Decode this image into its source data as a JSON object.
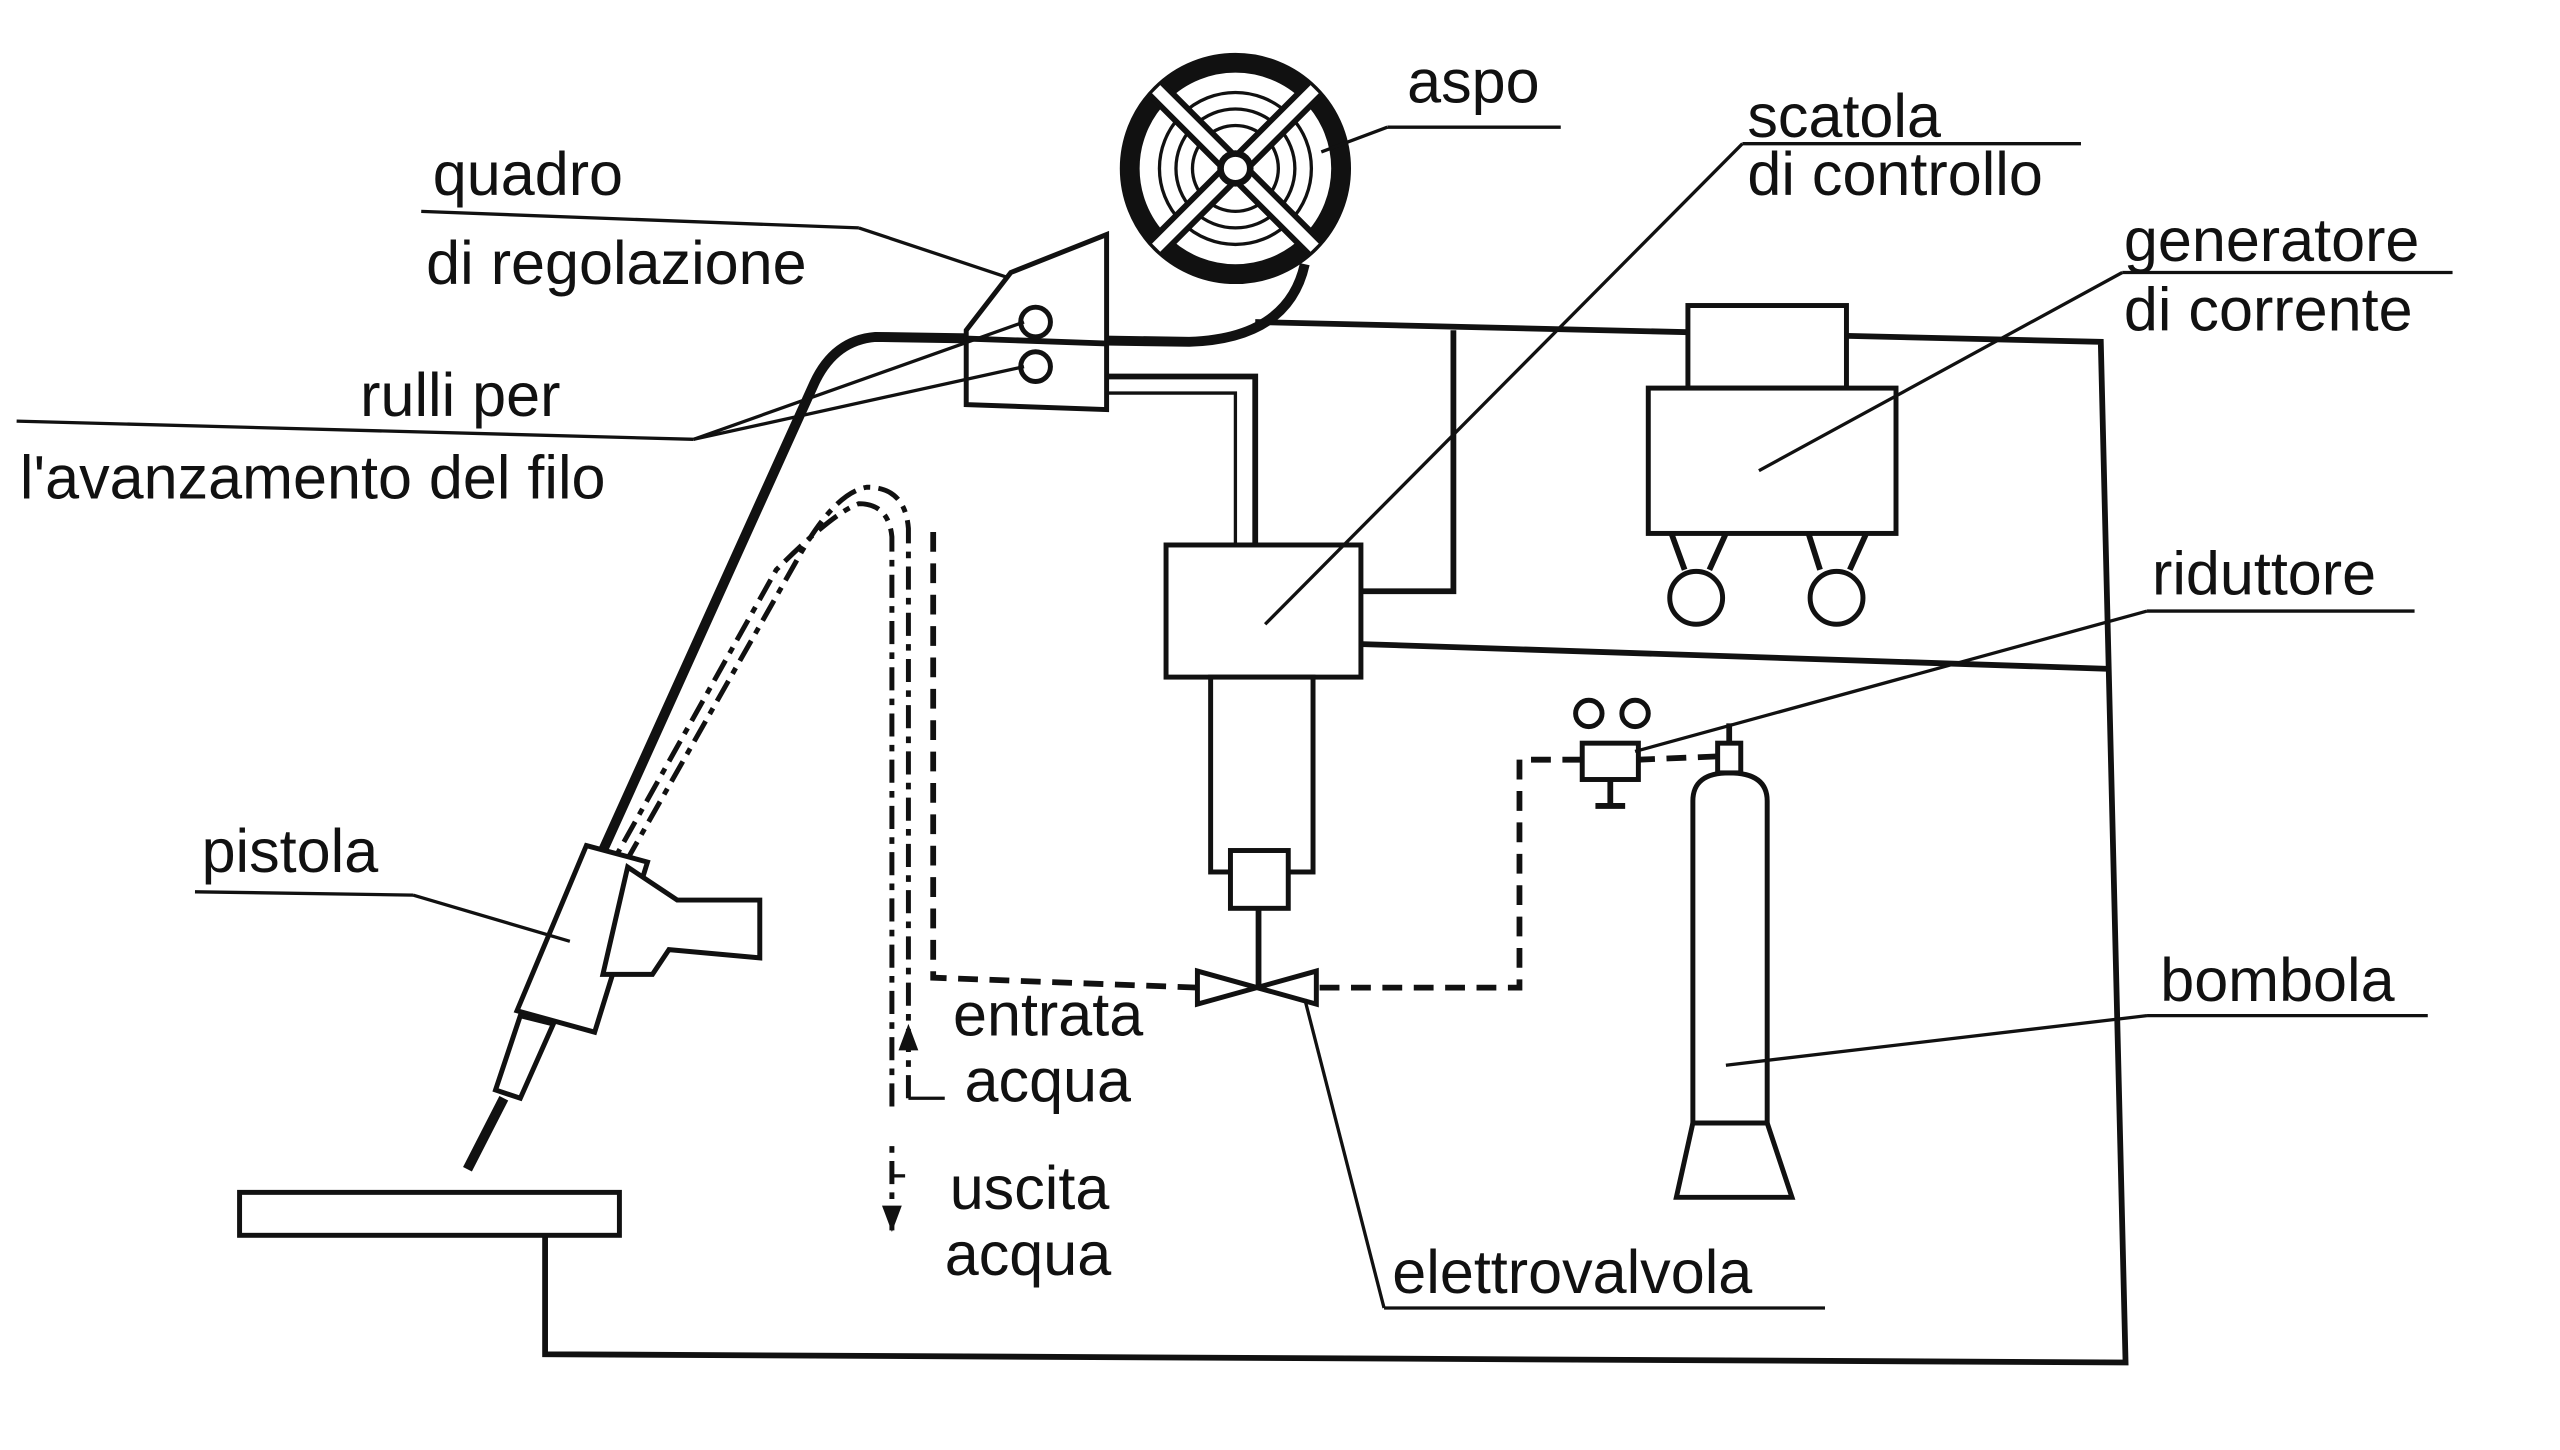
{
  "labels": {
    "aspo": "aspo",
    "quadro_1": "quadro",
    "quadro_2": "di regolazione",
    "scatola_1": "scatola",
    "scatola_2": "di controllo",
    "generatore_1": "generatore",
    "generatore_2": "di corrente",
    "rulli_1": "rulli per",
    "rulli_2": "l'avanzamento del filo",
    "riduttore": "riduttore",
    "pistola": "pistola",
    "bombola": "bombola",
    "entrata_1": "entrata",
    "entrata_2": "acqua",
    "uscita_1": "uscita",
    "uscita_2": "acqua",
    "elettrovalvola": "elettrovalvola"
  },
  "colors": {
    "ink": "#111111",
    "background": "#ffffff"
  }
}
